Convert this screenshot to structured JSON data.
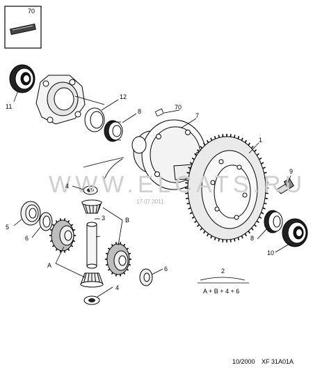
{
  "inset": {
    "label": "70"
  },
  "callouts": {
    "c1": "1",
    "c2": "2",
    "c3": "3",
    "c4a": "4",
    "c4b": "4",
    "c5": "5",
    "c6a": "6",
    "c6b": "6",
    "c7": "7",
    "c8a": "8",
    "c8b": "8",
    "c9": "9",
    "c10": "10",
    "c11": "11",
    "c12": "12",
    "c70": "70",
    "cA": "A",
    "cB": "B"
  },
  "formula": "A + B + 4 + 6",
  "watermark": {
    "text": "WWW.ELCATS.RU",
    "date": "17.07.2011"
  },
  "footer": {
    "date": "10/2000",
    "code": "XF 31A01A"
  }
}
